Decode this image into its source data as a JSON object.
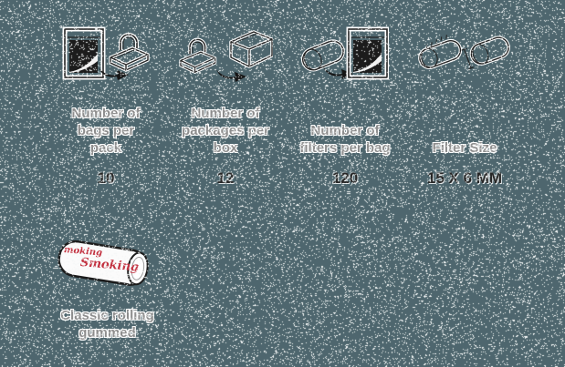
{
  "page": {
    "background_color": "#4e666e",
    "noise_color": "#f4f7f7",
    "noise_density": 0.095,
    "line_color": "#222222",
    "highlight_color": "#ffffff"
  },
  "specs": [
    {
      "name": "bags-per-pack",
      "label": "Number of\nbags per\npack",
      "value": "10"
    },
    {
      "name": "packages-per-box",
      "label": "Number of\npackages per\nbox",
      "value": "12"
    },
    {
      "name": "filters-per-bag",
      "label": "Number of\nfilters per bag",
      "value": "120"
    },
    {
      "name": "filter-size",
      "label": "Filter Size",
      "value": "15 X 6 MM"
    }
  ],
  "product": {
    "label": "Classic rolling\ngummed",
    "tube_brand_text": "Smoking",
    "tube_brand_partial_text": "moking",
    "brand_color": "#c22f3e"
  }
}
